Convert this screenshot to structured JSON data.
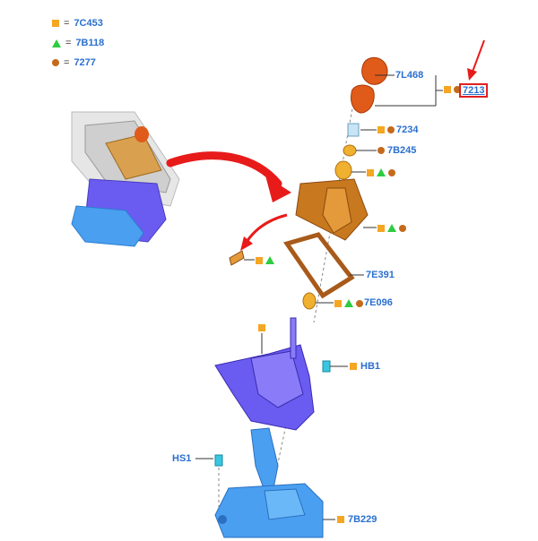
{
  "legend": [
    {
      "symbol": "square",
      "text": "7C453"
    },
    {
      "symbol": "triangle",
      "text": "7B118"
    },
    {
      "symbol": "circle",
      "text": "7277"
    }
  ],
  "callouts": {
    "c7L468": "7L468",
    "c7213": "7213",
    "c7234": "7234",
    "c7B245": "7B245",
    "c7E391": "7E391",
    "c7E096": "7E096",
    "cHB1": "HB1",
    "cHS1": "HS1",
    "c7B229": "7B229"
  },
  "colors": {
    "callout_text": "#2a6fd0",
    "highlight_box": "#e02020",
    "square": "#f5a623",
    "triangle": "#2ecc40",
    "circle": "#c46a1c",
    "boot": "#c8781e",
    "knob": "#e05a1a",
    "bracket": "#6a5cf0",
    "base": "#4a9ff0"
  }
}
